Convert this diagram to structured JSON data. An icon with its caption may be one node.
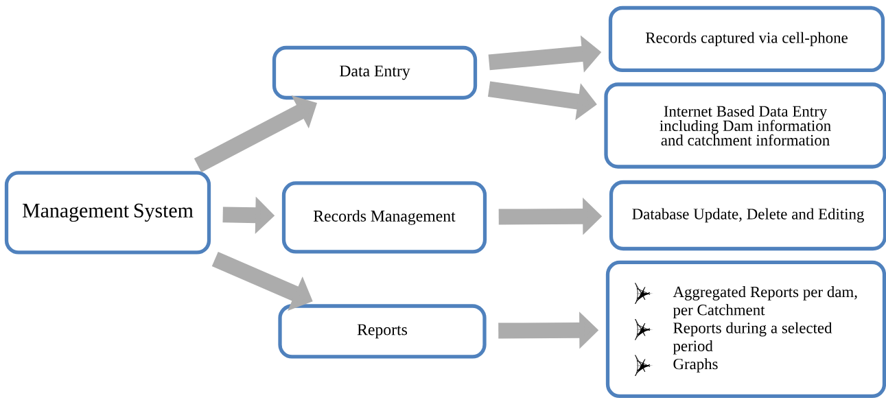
{
  "diagram": {
    "nodes": [
      {
        "text": [
          "Management System"
        ]
      },
      {
        "text": [
          "Data Entry"
        ]
      },
      {
        "text": [
          "Records Management"
        ]
      },
      {
        "text": [
          "Reports"
        ]
      },
      {
        "text": [
          "Records captured via cell-phone"
        ]
      },
      {
        "text": [
          "Internet Based Data Entry including Dam information and catchment information"
        ]
      },
      {
        "text": [
          "Database Update, Delete and Editing"
        ]
      },
      {
        "text": [
          "Aggregated Reports per dam, per Catchment",
          "Reports during a selected period",
          "Graphs"
        ]
      }
    ],
    "edges": [
      {
        "from": 0,
        "to": 1,
        "arrow": "to"
      },
      {
        "from": 0,
        "to": 2,
        "arrow": "to"
      },
      {
        "from": 0,
        "to": 3,
        "arrow": "to"
      },
      {
        "from": 1,
        "to": 4,
        "arrow": "to"
      },
      {
        "from": 1,
        "to": 5,
        "arrow": "to"
      },
      {
        "from": 2,
        "to": 6,
        "arrow": "to"
      },
      {
        "from": 3,
        "to": 7,
        "arrow": "to"
      }
    ]
  }
}
